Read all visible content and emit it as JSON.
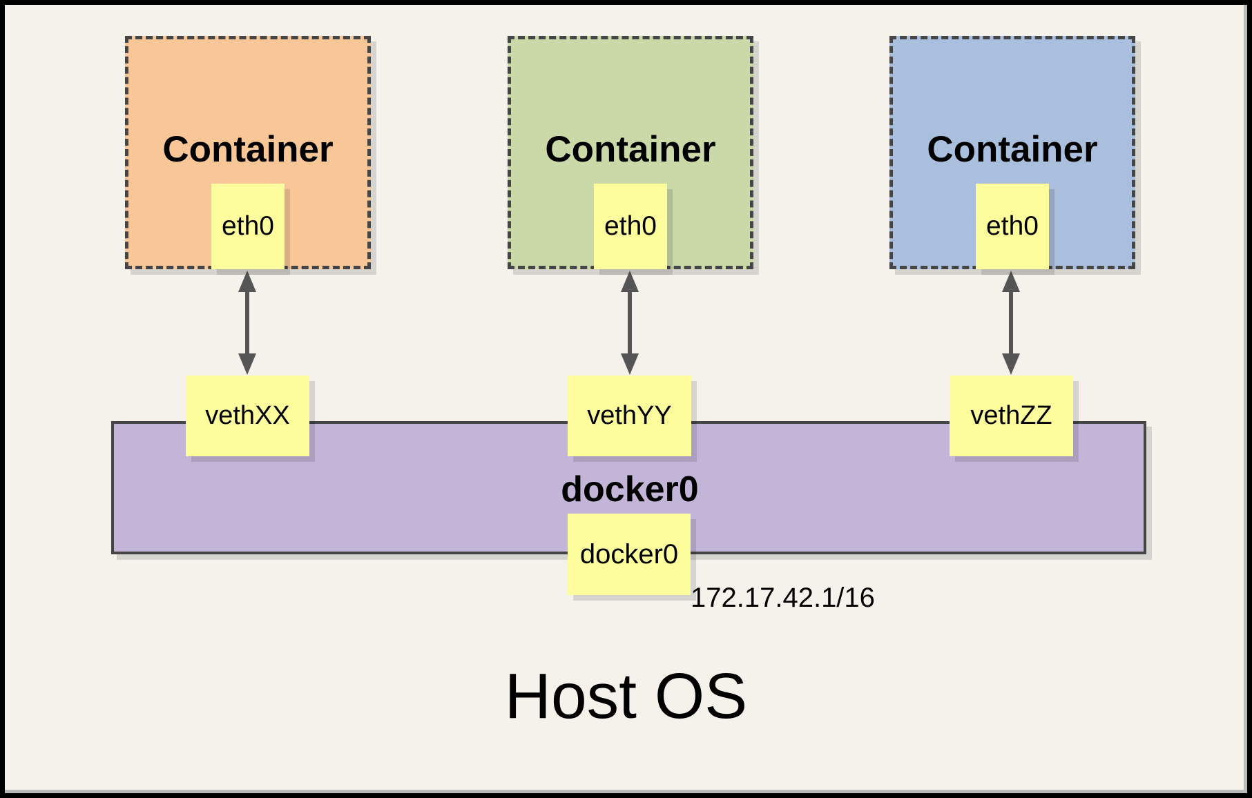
{
  "colors": {
    "background": "#F4F2EB",
    "frame_border": "#000000",
    "frame_bevel": "#BBBBBB",
    "container_orange": "#F8C697",
    "container_green": "#CBD8A8",
    "container_blue": "#AABEDE",
    "note_yellow": "#FDFD9E",
    "bridge_purple": "#C3B5D8",
    "line_dark": "#454545",
    "arrow_gray": "#555555"
  },
  "containers": [
    {
      "label": "Container",
      "interface": "eth0",
      "veth": "vethXX"
    },
    {
      "label": "Container",
      "interface": "eth0",
      "veth": "vethYY"
    },
    {
      "label": "Container",
      "interface": "eth0",
      "veth": "vethZZ"
    }
  ],
  "bridge": {
    "label": "docker0",
    "interface": "docker0",
    "ip": "172.17.42.1/16"
  },
  "host": {
    "label": "Host OS"
  }
}
